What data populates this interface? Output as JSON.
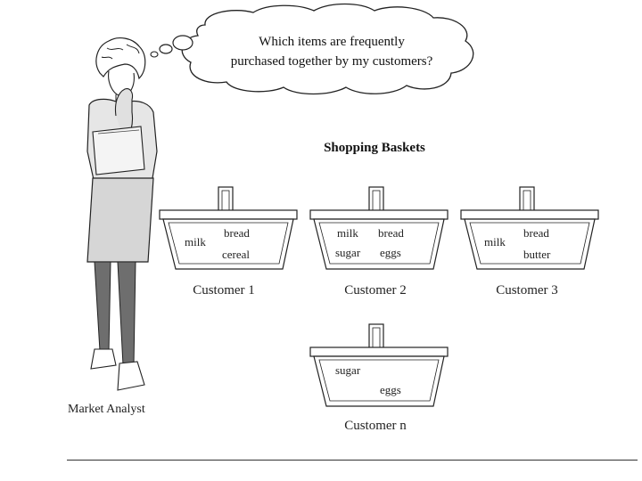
{
  "thought_bubble": {
    "line1": "Which items are frequently",
    "line2": "purchased together by my customers?"
  },
  "section_title": "Shopping Baskets",
  "baskets": [
    {
      "caption": "Customer 1",
      "items": [
        "milk",
        "bread",
        "cereal"
      ]
    },
    {
      "caption": "Customer 2",
      "items": [
        "milk",
        "bread",
        "sugar",
        "eggs"
      ]
    },
    {
      "caption": "Customer 3",
      "items": [
        "milk",
        "bread",
        "butter"
      ]
    },
    {
      "caption": "Customer n",
      "items": [
        "sugar",
        "eggs"
      ]
    }
  ],
  "analyst_label": "Market Analyst",
  "icons": {
    "person": "market-analyst-figure",
    "basket": "shopping-basket-icon",
    "thought": "thought-bubble"
  }
}
